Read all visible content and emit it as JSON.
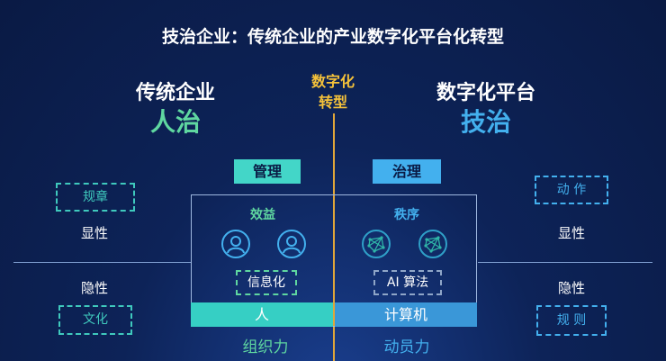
{
  "title": "技治企业：传统企业的产业数字化平台化转型",
  "left_header": {
    "line1": "传统企业",
    "line2": "人治"
  },
  "right_header": {
    "line1": "数字化平台",
    "line2": "技治"
  },
  "center_label": {
    "line1": "数字化",
    "line2": "转型"
  },
  "tags": {
    "left": "管理",
    "right": "治理"
  },
  "box": {
    "left_subtitle": "效益",
    "right_subtitle": "秩序",
    "left_dashed": "信息化",
    "right_dashed": "AI 算法",
    "left_bar": "人",
    "right_bar": "计算机"
  },
  "left_side": {
    "top_dashed": "规章",
    "explicit": "显性",
    "implicit": "隐性",
    "bottom_dashed": "文化"
  },
  "right_side": {
    "top_dashed": "动 作",
    "explicit": "显性",
    "implicit": "隐性",
    "bottom_dashed": "规 则"
  },
  "bottom": {
    "left": "组织力",
    "right": "动员力"
  },
  "colors": {
    "green": "#5fd7a0",
    "blue": "#43b0ee",
    "gold": "#f5c23a",
    "teal": "#36cfc4"
  },
  "icons": [
    "user-icon",
    "user-icon",
    "network-icon",
    "network-icon"
  ]
}
